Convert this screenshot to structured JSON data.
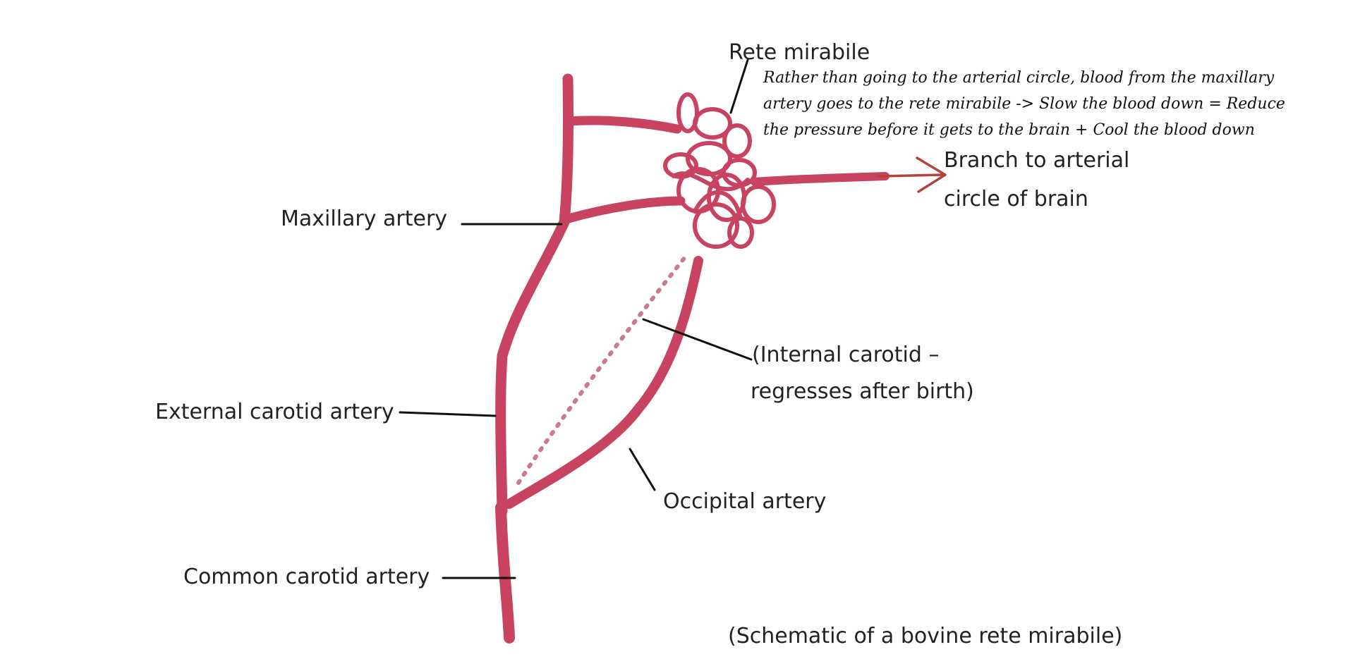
{
  "labels": {
    "rete_mirabile": "Rete mirabile",
    "branch_line1": "Branch to arterial",
    "branch_line2": "circle of brain",
    "maxillary": "Maxillary artery",
    "internal_line1": "(Internal carotid –",
    "internal_line2": "regresses after birth)",
    "external_carotid": "External carotid artery",
    "occipital": "Occipital artery",
    "common_carotid": "Common carotid artery",
    "caption": "(Schematic of a bovine rete mirabile)"
  },
  "note": {
    "line1": "Rather than going to the arterial circle, blood from the maxillary",
    "line2": "artery goes to the rete mirabile -> Slow the blood down = Reduce",
    "line3": "the pressure before it gets to the brain + Cool the blood down"
  },
  "colors": {
    "artery": "#c8435f",
    "leader": "#111111",
    "arrow": "#b0453f",
    "text": "#222222"
  }
}
